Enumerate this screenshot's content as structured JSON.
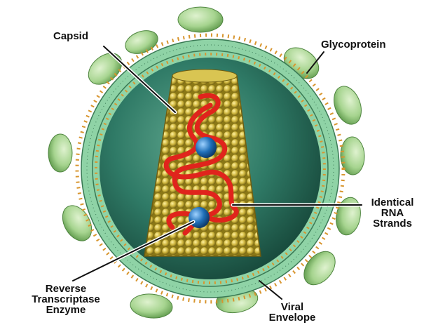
{
  "diagram": {
    "labels": {
      "capsid": "Capsid",
      "glycoprotein": "Glycoprotein",
      "rna_line1": "Identical",
      "rna_line2": "RNA",
      "rna_line3": "Strands",
      "rt_line1": "Reverse",
      "rt_line2": "Transcriptase",
      "rt_line3": "Enzyme",
      "env_line1": "Viral",
      "env_line2": "Envelope"
    },
    "colors": {
      "envelope_fill": "#2f7a66",
      "membrane_green": "#8fd3a6",
      "glycoprotein": "#a6d48f",
      "capsid_gold": "#c9b33a",
      "rna_red": "#e0241c",
      "enzyme_blue": "#1f6fb8",
      "bead_orange": "#d8952e"
    }
  }
}
